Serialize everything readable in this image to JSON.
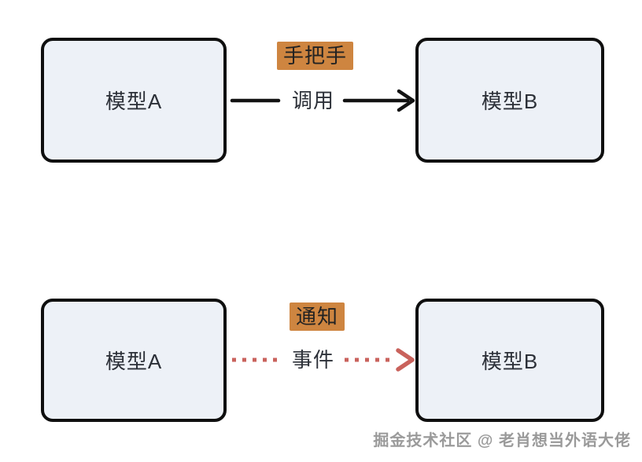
{
  "diagram": {
    "background_color": "#ffffff",
    "node_fill_color": "#edf1f7",
    "node_border_color": "#0f0f0f",
    "badge_bg_color": "#ce8540",
    "solid_arrow_color": "#131313",
    "dotted_arrow_color": "#c9625c",
    "rows": [
      {
        "left_node": "模型A",
        "right_node": "模型B",
        "badge": "手把手",
        "edge_label": "调用",
        "edge_style": "solid"
      },
      {
        "left_node": "模型A",
        "right_node": "模型B",
        "badge": "通知",
        "edge_label": "事件",
        "edge_style": "dotted"
      }
    ],
    "watermark": "掘金技术社区 @ 老肖想当外语大佬"
  }
}
